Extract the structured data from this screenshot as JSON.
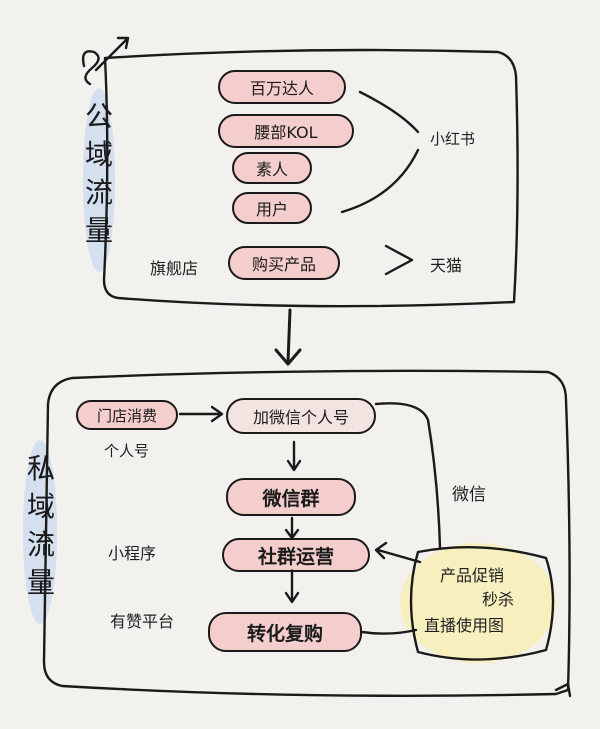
{
  "public_section": {
    "title": "公域流量",
    "nodes": [
      "百万达人",
      "腰部KOL",
      "素人",
      "用户"
    ],
    "platform": "小红书",
    "flagship_label": "旗舰店",
    "purchase_node": "购买产品",
    "purchase_platform": "天猫"
  },
  "private_section": {
    "title": "私域流量",
    "store_node": "门店消费",
    "personal_label": "个人号",
    "flow": [
      "加微信个人号",
      "微信群",
      "社群运营",
      "转化复购"
    ],
    "side_labels": [
      "小程序",
      "有赞平台"
    ],
    "wechat_label": "微信",
    "promo_lines": [
      "产品促销",
      "秒杀",
      "直播使用图"
    ]
  },
  "colors": {
    "ink": "#1a1a1a",
    "pink": "#f4b0b0",
    "blue": "#c9d8f0",
    "yellow": "#f7efb8"
  }
}
